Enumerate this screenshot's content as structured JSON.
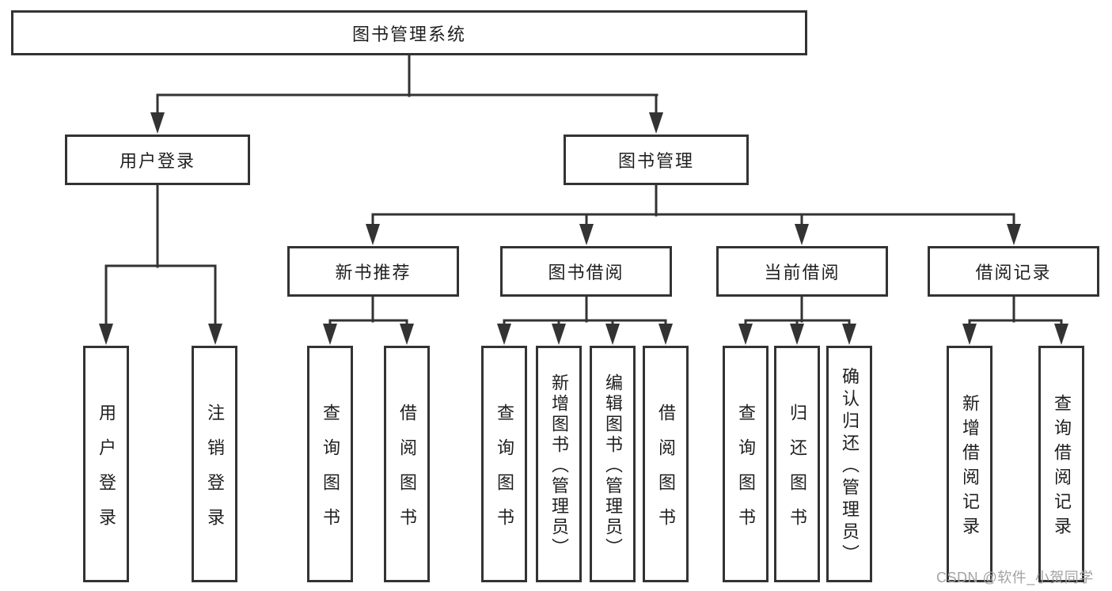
{
  "diagram": {
    "root": "图书管理系统",
    "level2": [
      "用户登录",
      "图书管理"
    ],
    "level3": [
      "新书推荐",
      "图书借阅",
      "当前借阅",
      "借阅记录"
    ],
    "leaves_user_login": [
      "用户登录",
      "注销登录"
    ],
    "leaves_new_rec": [
      "查询图书",
      "借阅图书"
    ],
    "leaves_borrow": [
      "查询图书",
      "新增图书（管理员）",
      "编辑图书（管理员）",
      "借阅图书"
    ],
    "leaves_current": [
      "查询图书",
      "归还图书",
      "确认归还（管理员）"
    ],
    "leaves_records": [
      "新增借阅记录",
      "查询借阅记录"
    ]
  },
  "watermark": "CSDN @软件_小贺同学",
  "colors": {
    "line": "#333333",
    "text": "#1f1f1f",
    "box_background": "#ffffff",
    "page_background": "#ffffff",
    "watermark": "#a3a3a3"
  }
}
